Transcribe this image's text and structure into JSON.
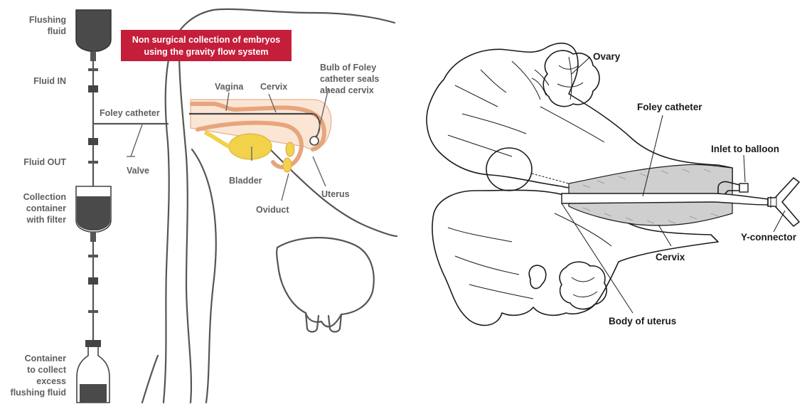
{
  "left_panel": {
    "banner": {
      "line1": "Non surgical collection of embryos",
      "line2": "using the gravity flow system",
      "color": "#c41e3a"
    },
    "labels": {
      "flushing_fluid": [
        "Flushing",
        "fluid"
      ],
      "fluid_in": "Fluid IN",
      "foley_catheter": "Foley catheter",
      "fluid_out": "Fluid OUT",
      "valve": "Valve",
      "collection_container": [
        "Collection",
        "container",
        "with filter"
      ],
      "container_excess": [
        "Container",
        "to collect",
        "excess",
        "flushing fluid"
      ],
      "vagina": "Vagina",
      "cervix": "Cervix",
      "bulb": [
        "Bulb of Foley",
        "catheter seals",
        "ahead cervix"
      ],
      "bladder": "Bladder",
      "oviduct": "Oviduct",
      "uterus": "Uterus"
    },
    "colors": {
      "reproductive_tract": "#f3c9a8",
      "bladder": "#f2d24a",
      "line": "#555555"
    }
  },
  "right_panel": {
    "labels": {
      "ovary": "Ovary",
      "foley_catheter": "Foley catheter",
      "inlet_to_balloon": "Inlet to balloon",
      "y_connector": "Y-connector",
      "cervix": "Cervix",
      "body_of_uterus": "Body of uterus"
    }
  }
}
